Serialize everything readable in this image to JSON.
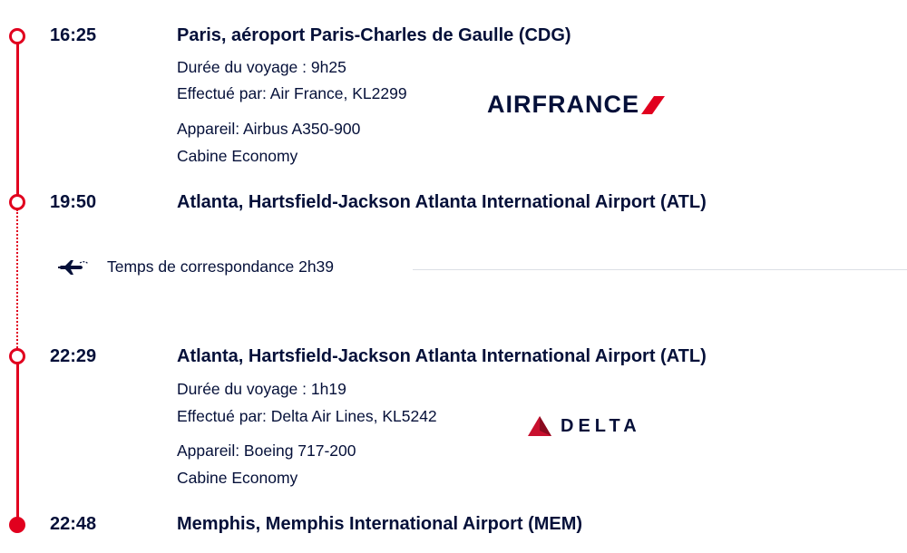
{
  "segments": [
    {
      "departure": {
        "time": "16:25",
        "place": "Paris, aéroport Paris-Charles de Gaulle (CDG)"
      },
      "duration": "Durée du voyage : 9h25",
      "operated_by": "Effectué par: Air France, KL2299",
      "aircraft": "Appareil: Airbus A350-900",
      "cabin": "Cabine Economy",
      "airline_logo": {
        "name": "AIRFRANCE",
        "icon": "air-france-logo"
      },
      "arrival": {
        "time": "19:50",
        "place": "Atlanta, Hartsfield-Jackson Atlanta International Airport (ATL)"
      }
    },
    {
      "departure": {
        "time": "22:29",
        "place": "Atlanta, Hartsfield-Jackson Atlanta International Airport (ATL)"
      },
      "duration": "Durée du voyage : 1h19",
      "operated_by": "Effectué par: Delta Air Lines, KL5242",
      "aircraft": "Appareil: Boeing 717-200",
      "cabin": "Cabine Economy",
      "airline_logo": {
        "name": "DELTA",
        "icon": "delta-logo"
      },
      "arrival": {
        "time": "22:48",
        "place": "Memphis, Memphis International Airport (MEM)"
      }
    }
  ],
  "connection": {
    "label": "Temps de correspondance 2h39",
    "icon": "connecting-flight-icon"
  },
  "colors": {
    "accent": "#e1001e",
    "text": "#051039",
    "rule": "#dcdfe6"
  }
}
